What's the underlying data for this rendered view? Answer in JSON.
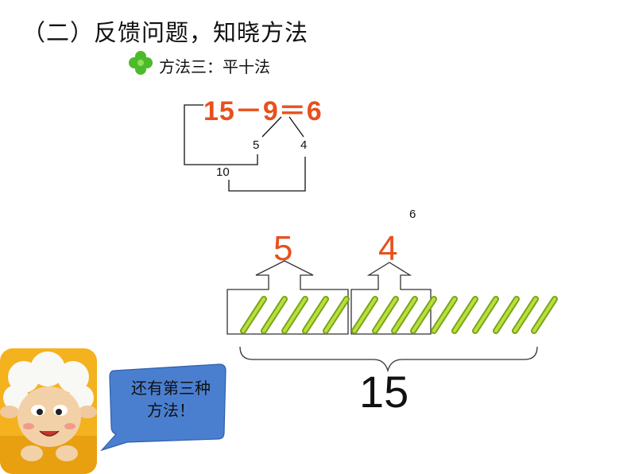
{
  "title": "（二）反馈问题，知晓方法",
  "method": "方法三：平十法",
  "equation": "15－9＝6",
  "split_left": "5",
  "split_right": "4",
  "ten_label": "10",
  "six_label": "6",
  "group_label_left": "5",
  "group_label_right": "4",
  "total_label": "15",
  "bubble_text": "还有第三种方法！",
  "colors": {
    "accent": "#e8501e",
    "stick": "#9ccc1c",
    "bubble": "#4a7fd0",
    "clover": "#4cbb2a"
  },
  "icons": {
    "clover": "clover-icon",
    "mascot": "lamb-mascot-icon"
  }
}
